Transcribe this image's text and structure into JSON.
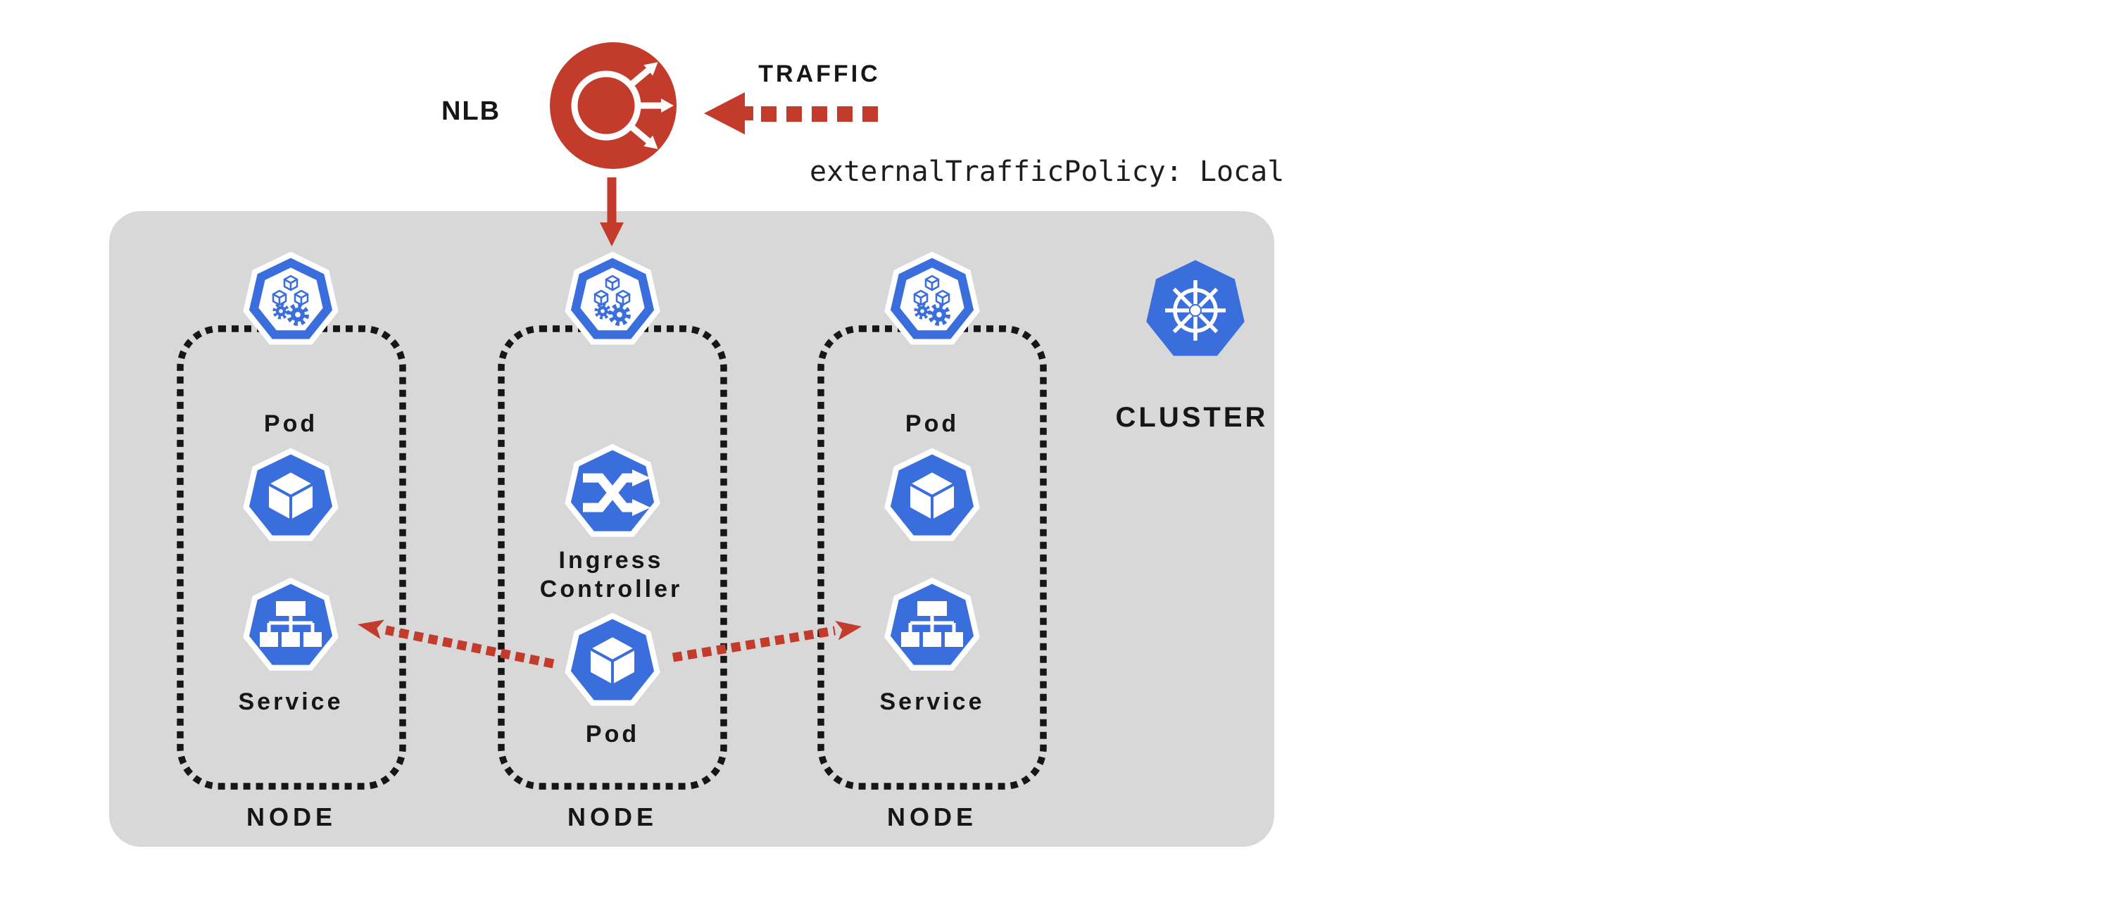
{
  "annotation": {
    "text": "externalTrafficPolicy: Local"
  },
  "nlb": {
    "label": "NLB"
  },
  "traffic": {
    "label": "TRAFFIC"
  },
  "cluster": {
    "label": "CLUSTER"
  },
  "nodes": [
    {
      "label": "NODE",
      "pod_label": "Pod",
      "service_label": "Service"
    },
    {
      "label": "NODE",
      "ingress_line1": "Ingress",
      "ingress_line2": "Controller",
      "pod_label": "Pod"
    },
    {
      "label": "NODE",
      "pod_label": "Pod",
      "service_label": "Service"
    }
  ],
  "icons": {
    "nlb": "load-balancer-icon",
    "node": "kubernetes-node-icon",
    "pod": "pod-icon",
    "service": "service-icon",
    "ingress": "ingress-controller-icon",
    "cluster": "kubernetes-helm-wheel-icon"
  },
  "colors": {
    "kubernetes_blue": "#3a6edc",
    "alert_red": "#c23b2b",
    "cluster_gray": "#d8d8d8",
    "text_black": "#161616",
    "white": "#ffffff"
  }
}
